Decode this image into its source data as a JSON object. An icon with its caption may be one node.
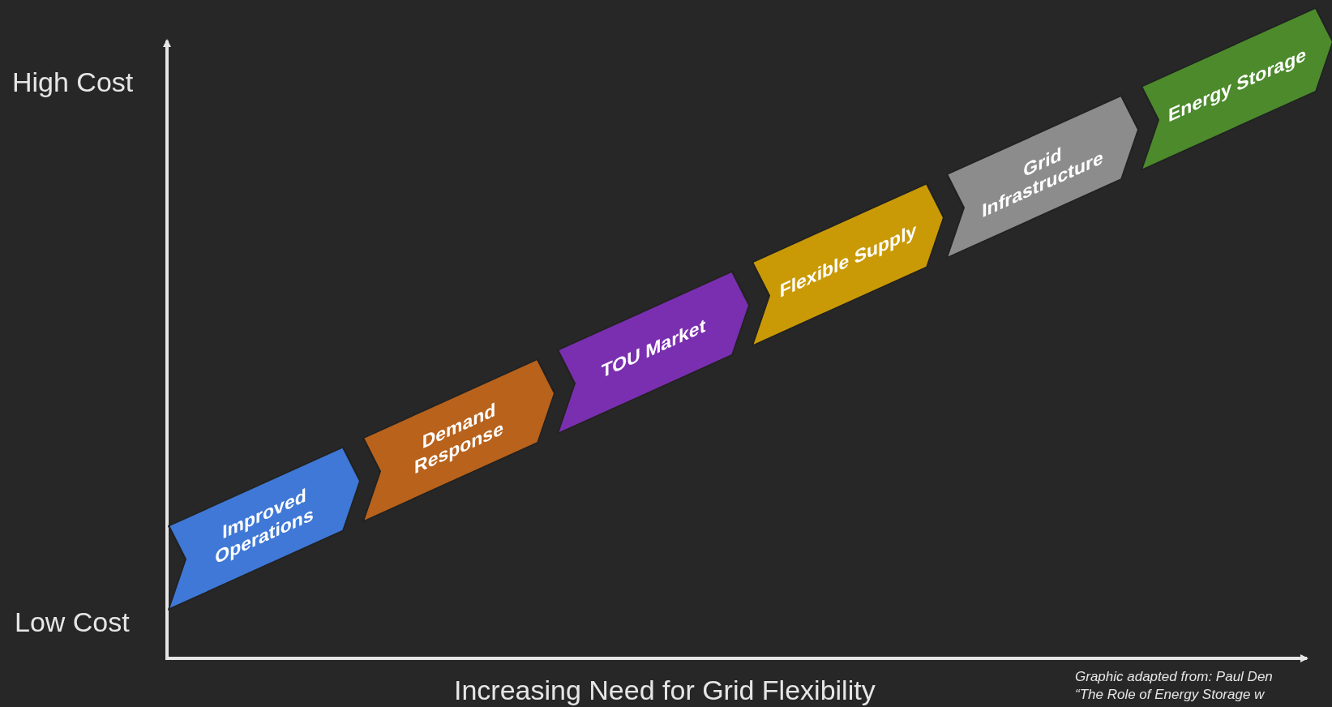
{
  "diagram": {
    "nodes": [
      {
        "text": [
          "Improved Operations"
        ]
      },
      {
        "text": [
          "Demand Response"
        ]
      },
      {
        "text": [
          "TOU Market"
        ]
      },
      {
        "text": [
          "Flexible Supply"
        ]
      },
      {
        "text": [
          "Grid Infrastructure"
        ]
      },
      {
        "text": [
          "Energy Storage"
        ]
      }
    ],
    "edges": [],
    "labels": [
      "High Cost",
      "Low Cost",
      "Increasing Need for Grid Flexibility",
      "Graphic adapted from: Paul Den",
      "“The Role of Energy Storage w"
    ]
  }
}
